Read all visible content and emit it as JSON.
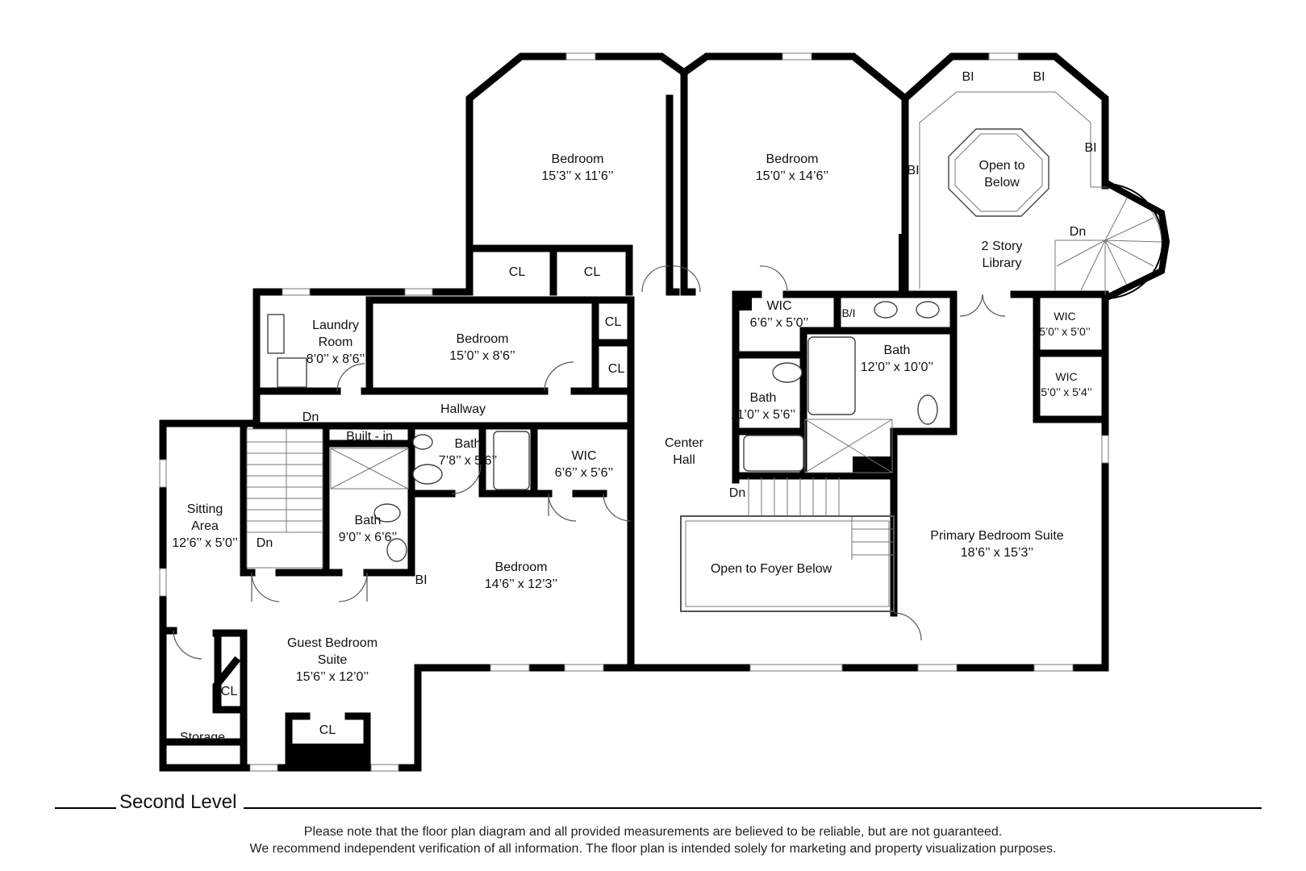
{
  "level": "Second Level",
  "disclaimer": [
    "Please note that the floor plan diagram and all provided measurements are believed to be reliable, but are not guaranteed.",
    "We recommend independent verification of all information. The floor plan is intended solely for marketing and property visualization purposes."
  ],
  "rooms": {
    "bedroom_a": {
      "name": "Bedroom",
      "dims": "15’3’’ x 11’6’’"
    },
    "bedroom_b": {
      "name": "Bedroom",
      "dims": "15’0’’ x 14’6’’"
    },
    "library": {
      "line1": "2 Story",
      "line2": "Library"
    },
    "open_below": {
      "line1": "Open to",
      "line2": "Below"
    },
    "laundry": {
      "line1": "Laundry",
      "line2": "Room",
      "dims": "8’0’’ x 8’6’’"
    },
    "bedroom_c": {
      "name": "Bedroom",
      "dims": "15’0’’ x 8’6’’"
    },
    "wic_1": {
      "name": "WIC",
      "dims": "6’6’’ x 5’0’’"
    },
    "master_bath": {
      "name": "Bath",
      "dims": "12’0’’ x 10’0’’"
    },
    "wic_2": {
      "name": "WIC",
      "dims": "5’0’’ x 5’0’’"
    },
    "wic_3": {
      "name": "WIC",
      "dims": "5’0’’ x 5’4’’"
    },
    "bath_mid": {
      "name": "Bath",
      "dims": "11’0’’ x 5’6’’"
    },
    "hallway": {
      "name": "Hallway"
    },
    "builtin": {
      "name": "Built - in"
    },
    "bath_small": {
      "name": "Bath",
      "dims": "7’8’’ x 5’6’’"
    },
    "wic_4": {
      "name": "WIC",
      "dims": "6’6’’ x 5’6’’"
    },
    "center_hall": {
      "line1": "Center",
      "line2": "Hall"
    },
    "sitting": {
      "line1": "Sitting",
      "line2": "Area",
      "dims": "12’6’’ x 5’0’’"
    },
    "bath_guest": {
      "name": "Bath",
      "dims": "9’0’’ x 6’6’’"
    },
    "bedroom_d": {
      "name": "Bedroom",
      "dims": "14’6’’ x 12’3’’"
    },
    "foyer_open": {
      "name": "Open to Foyer Below"
    },
    "primary": {
      "name": "Primary Bedroom Suite",
      "dims": "18’6’’ x 15’3’’"
    },
    "guest_suite": {
      "line1": "Guest Bedroom",
      "line2": "Suite",
      "dims": "15’6’’ x 12’0’’"
    },
    "storage": {
      "name": "Storage"
    }
  },
  "tags": {
    "cl": "CL",
    "bi": "BI",
    "bi_slash": "B/I",
    "dn": "Dn"
  }
}
